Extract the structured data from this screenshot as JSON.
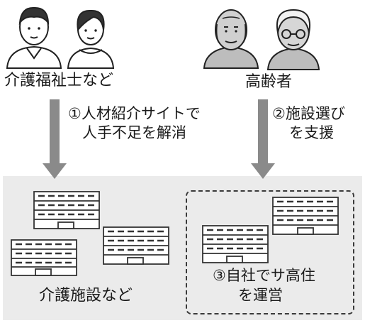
{
  "top_left": {
    "label": "介護福祉士など"
  },
  "top_right": {
    "label": "高齢者"
  },
  "steps": [
    {
      "line1": "①人材紹介サイトで",
      "line2": "人手不足を解消"
    },
    {
      "line1": "②施設選び",
      "line2": "を支援"
    },
    {
      "line1": "③自社でサ高住",
      "line2": "を運営"
    }
  ],
  "bottom_left": {
    "label": "介護施設など"
  },
  "colors": {
    "panel": "#ebebeb",
    "arrow": "#8a8a8a",
    "ink": "#1a1a1a"
  }
}
